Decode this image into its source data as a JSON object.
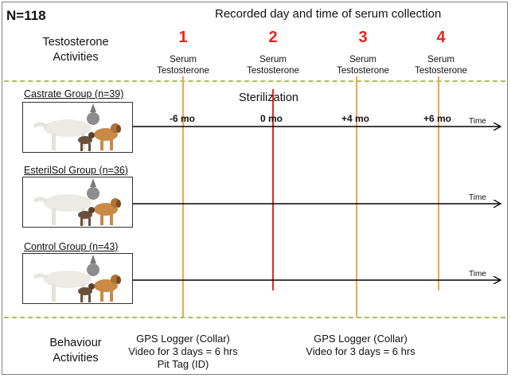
{
  "n_label": "N=118",
  "header": "Recorded day and time of serum collection",
  "testosterone_label": [
    "Testosterone",
    "Activities"
  ],
  "columns": [
    {
      "num": "1",
      "line1": "Serum",
      "line2": "Testosterone"
    },
    {
      "num": "2",
      "line1": "Serum",
      "line2": "Testosterone"
    },
    {
      "num": "3",
      "line1": "Serum",
      "line2": "Testosterone"
    },
    {
      "num": "4",
      "line1": "Serum",
      "line2": "Testosterone"
    }
  ],
  "sterilization_label": "Sterilization",
  "groups": [
    {
      "label": "Castrate Group (n=39)"
    },
    {
      "label": "EsterilSol Group (n=36)"
    },
    {
      "label": "Control Group (n=43)"
    }
  ],
  "timepoints": [
    "-6 mo",
    "0 mo",
    "+4 mo",
    "+6 mo"
  ],
  "time_label": "Time",
  "behaviour_label": [
    "Behaviour",
    "Activities"
  ],
  "behaviour_col1": [
    "GPS Logger (Collar)",
    "Video for 3 days = 6 hrs",
    "Pit Tag (ID)"
  ],
  "behaviour_col2": [
    "GPS Logger (Collar)",
    "Video for 3 days = 6 hrs"
  ],
  "colors": {
    "orange_line": "#f3a64a",
    "red_line": "#e12b24",
    "red_number": "#e8231e",
    "dash": "#a8bf5a"
  }
}
